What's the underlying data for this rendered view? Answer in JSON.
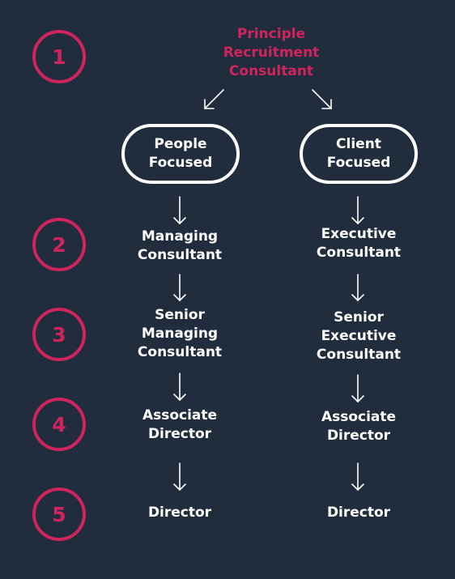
{
  "top": {
    "label": "Principle\nRecruitment\nConsultant"
  },
  "steps": [
    "1",
    "2",
    "3",
    "4",
    "5"
  ],
  "tracks": {
    "left": {
      "header": "People\nFocused",
      "levels": [
        "Managing\nConsultant",
        "Senior\nManaging\nConsultant",
        "Associate\nDirector",
        "Director"
      ]
    },
    "right": {
      "header": "Client\nFocused",
      "levels": [
        "Executive\nConsultant",
        "Senior\nExecutive\nConsultant",
        "Associate\nDirector",
        "Director"
      ]
    }
  },
  "colors": {
    "background": "#212c3d",
    "accent": "#d0245e",
    "text": "#ffffff"
  }
}
